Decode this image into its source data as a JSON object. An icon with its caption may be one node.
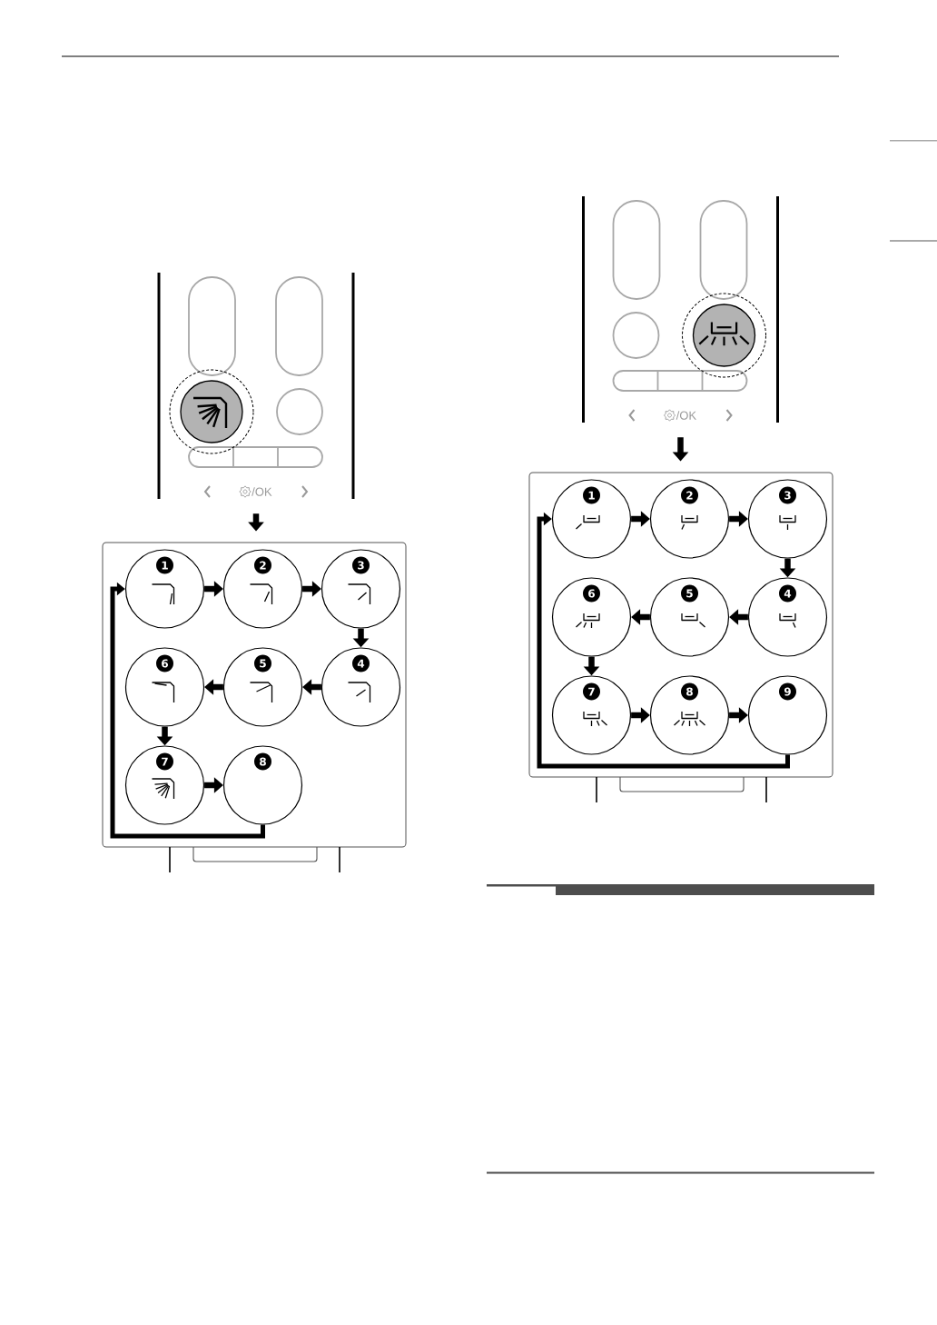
{
  "diagram": {
    "nodes": [
      {
        "text": [],
        "shape": "picture"
      },
      {
        "text": [],
        "shape": "box"
      },
      {
        "text": [
          "1"
        ],
        "in": 1
      },
      {
        "text": [
          "2"
        ],
        "in": 1
      },
      {
        "text": [
          "3"
        ],
        "in": 1
      },
      {
        "text": [
          "4"
        ],
        "in": 1
      },
      {
        "text": [
          "5"
        ],
        "in": 1
      },
      {
        "text": [
          "6"
        ],
        "in": 1
      },
      {
        "text": [
          "7"
        ],
        "in": 1
      },
      {
        "text": [
          "8"
        ],
        "in": 1
      },
      {
        "text": [],
        "shape": "picture"
      },
      {
        "text": [],
        "shape": "box"
      },
      {
        "text": [
          "1"
        ],
        "in": 11
      },
      {
        "text": [
          "2"
        ],
        "in": 11
      },
      {
        "text": [
          "3"
        ],
        "in": 11
      },
      {
        "text": [
          "4"
        ],
        "in": 11
      },
      {
        "text": [
          "5"
        ],
        "in": 11
      },
      {
        "text": [
          "6"
        ],
        "in": 11
      },
      {
        "text": [
          "7"
        ],
        "in": 11
      },
      {
        "text": [
          "8"
        ],
        "in": 11
      },
      {
        "text": [
          "9"
        ],
        "in": 11
      }
    ],
    "edges": [
      {
        "from": 0,
        "to": 1,
        "arrow": "to"
      },
      {
        "from": 2,
        "to": 3,
        "arrow": "to"
      },
      {
        "from": 3,
        "to": 4,
        "arrow": "to"
      },
      {
        "from": 4,
        "to": 5,
        "arrow": "to"
      },
      {
        "from": 5,
        "to": 6,
        "arrow": "to"
      },
      {
        "from": 6,
        "to": 7,
        "arrow": "to"
      },
      {
        "from": 7,
        "to": 8,
        "arrow": "to"
      },
      {
        "from": 8,
        "to": 9,
        "arrow": "to"
      },
      {
        "from": 9,
        "to": 2,
        "arrow": "to"
      },
      {
        "from": 10,
        "to": 11,
        "arrow": "to"
      },
      {
        "from": 12,
        "to": 13,
        "arrow": "to"
      },
      {
        "from": 13,
        "to": 14,
        "arrow": "to"
      },
      {
        "from": 14,
        "to": 15,
        "arrow": "to"
      },
      {
        "from": 15,
        "to": 16,
        "arrow": "to"
      },
      {
        "from": 16,
        "to": 17,
        "arrow": "to"
      },
      {
        "from": 17,
        "to": 18,
        "arrow": "to"
      },
      {
        "from": 18,
        "to": 19,
        "arrow": "to"
      },
      {
        "from": 19,
        "to": 20,
        "arrow": "to"
      },
      {
        "from": 20,
        "to": 12,
        "arrow": "to"
      }
    ],
    "labels": [
      "/OK",
      "/OK"
    ]
  }
}
